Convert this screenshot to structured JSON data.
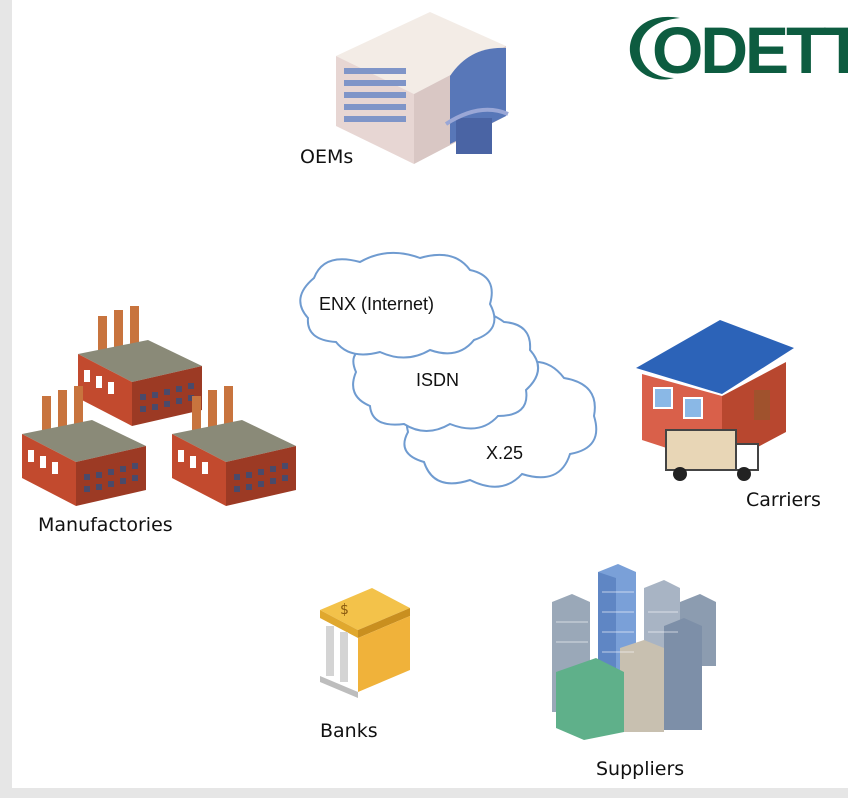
{
  "logo": {
    "text": "ODETTE"
  },
  "nodes": {
    "oems": "OEMs",
    "manufactories": "Manufactories",
    "carriers": "Carriers",
    "banks": "Banks",
    "suppliers": "Suppliers"
  },
  "networks": {
    "enx": "ENX (Internet)",
    "isdn": "ISDN",
    "x25": "X.25"
  }
}
